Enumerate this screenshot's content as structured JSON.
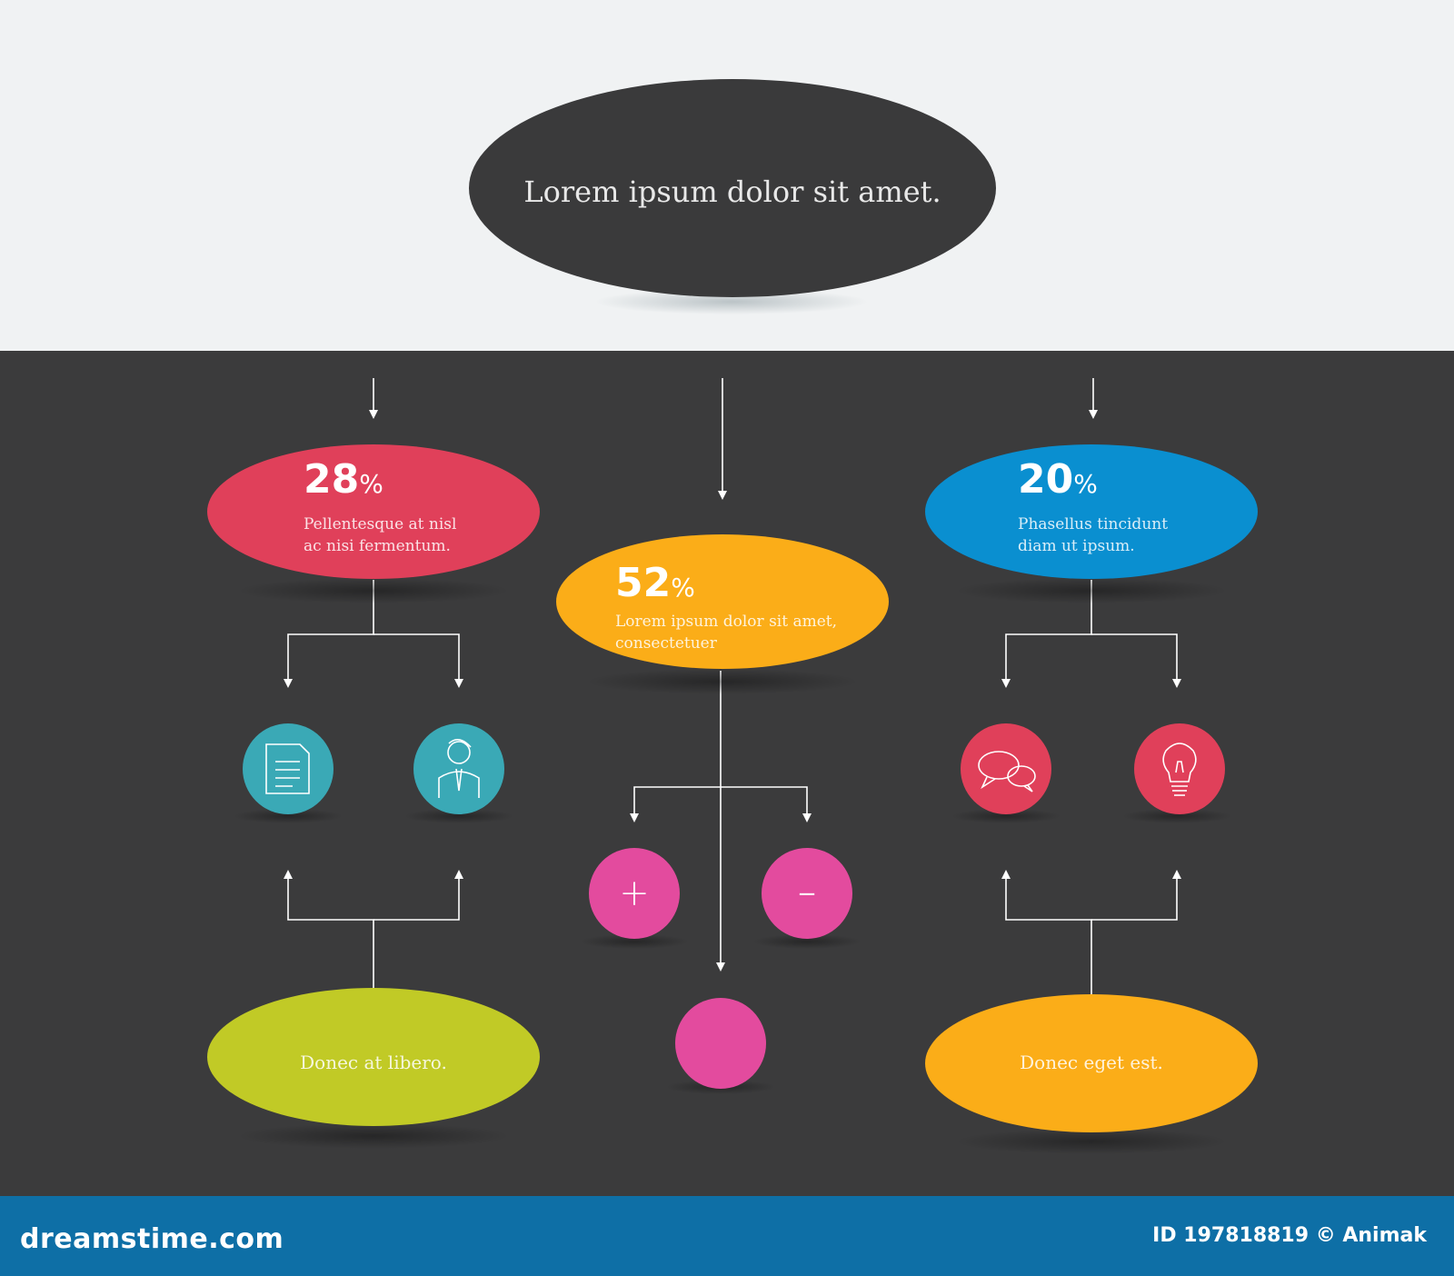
{
  "header": {
    "title": "Lorem ipsum dolor sit amet."
  },
  "nodes": {
    "left": {
      "percent": "28",
      "unit": "%",
      "line1": "Pellentesque at nisl",
      "line2": "ac nisi fermentum.",
      "color": "#e0405a"
    },
    "center": {
      "percent": "52",
      "unit": "%",
      "line1": "Lorem ipsum dolor sit amet,",
      "line2": "consectetuer",
      "color": "#fbad18"
    },
    "right": {
      "percent": "20",
      "unit": "%",
      "line1": "Phasellus tincidunt",
      "line2": "diam ut ipsum.",
      "color": "#0a8fd0"
    },
    "bottom_left": {
      "text": "Donec at libero.",
      "color": "#c1ca26"
    },
    "bottom_right": {
      "text": "Donec eget est.",
      "color": "#fbad18"
    }
  },
  "icons": {
    "document": {
      "name": "document-icon",
      "color": "#3aa9b6"
    },
    "person": {
      "name": "person-icon",
      "color": "#3aa9b6"
    },
    "chat": {
      "name": "chat-bubbles-icon",
      "color": "#e0405a"
    },
    "bulb": {
      "name": "lightbulb-icon",
      "color": "#e0405a"
    },
    "plus": {
      "name": "plus-icon",
      "symbol": "+",
      "color": "#e34b9e"
    },
    "minus": {
      "name": "minus-icon",
      "symbol": "−",
      "color": "#e34b9e"
    },
    "blank": {
      "name": "blank-circle",
      "color": "#e34b9e"
    }
  },
  "colors": {
    "background_top": "#f0f2f3",
    "background_dark": "#3b3b3c",
    "footer": "#0e6fa6",
    "lines": "#ffffff",
    "header_oval": "#3a3a3b"
  },
  "footer": {
    "brand": "dreamstime.com",
    "id_text": "ID 197818819 © Animak"
  }
}
